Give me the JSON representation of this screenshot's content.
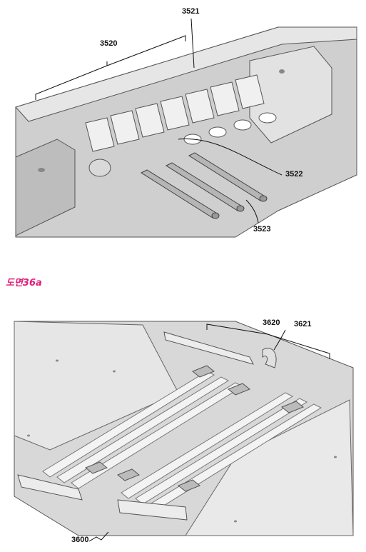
{
  "figure_caption": "도면36a",
  "top_figure": {
    "labels": {
      "ref_3520": "3520",
      "ref_3521": "3521",
      "ref_3522": "3522",
      "ref_3523": "3523"
    }
  },
  "bottom_figure": {
    "labels": {
      "ref_3620": "3620",
      "ref_3621": "3621",
      "ref_3600": "3600"
    }
  }
}
